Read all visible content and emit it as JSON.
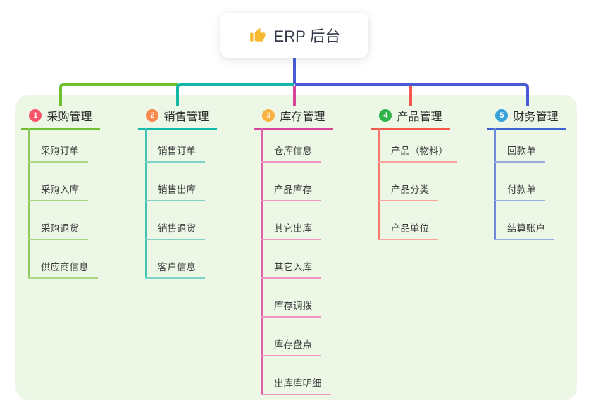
{
  "root": {
    "label": "ERP 后台",
    "icon": "thumbs-up-icon",
    "icon_color": "#f5b82e"
  },
  "panel": {
    "background": "#ecf7e6"
  },
  "connectors": {
    "root_line_color": "#4a5ad3",
    "bus_segments": [
      {
        "name": "left",
        "color": "#6fbe33"
      },
      {
        "name": "middle",
        "color": "#14b8a6"
      },
      {
        "name": "right",
        "color": "#4a5ad3"
      }
    ]
  },
  "branches": [
    {
      "badge": "1",
      "badge_color": "#f8566c",
      "label": "采购管理",
      "color": "#6fbe33",
      "light_color": "#aad87f",
      "drop_color": "#6fbe33",
      "items": [
        "采购订单",
        "采购入库",
        "采购退货",
        "供应商信息"
      ]
    },
    {
      "badge": "2",
      "badge_color": "#f7894c",
      "label": "销售管理",
      "color": "#14b8a6",
      "light_color": "#7fd2c7",
      "drop_color": "#14b8a6",
      "items": [
        "销售订单",
        "销售出库",
        "销售退货",
        "客户信息"
      ]
    },
    {
      "badge": "3",
      "badge_color": "#fbb03f",
      "label": "库存管理",
      "color": "#d8439a",
      "light_color": "#f096c7",
      "drop_color": "#d8439a",
      "items": [
        "仓库信息",
        "产品库存",
        "其它出库",
        "其它入库",
        "库存调拨",
        "库存盘点",
        "出库库明细"
      ]
    },
    {
      "badge": "4",
      "badge_color": "#2fb34a",
      "label": "产品管理",
      "color": "#f4584a",
      "light_color": "#f9a39b",
      "drop_color": "#f4584a",
      "items": [
        "产品（物料）",
        "产品分类",
        "产品单位"
      ]
    },
    {
      "badge": "5",
      "badge_color": "#35a3da",
      "label": "财务管理",
      "color": "#3e63d2",
      "light_color": "#97abe2",
      "drop_color": "#3e63d2",
      "items": [
        "回款单",
        "付款单",
        "结算账户"
      ]
    }
  ]
}
